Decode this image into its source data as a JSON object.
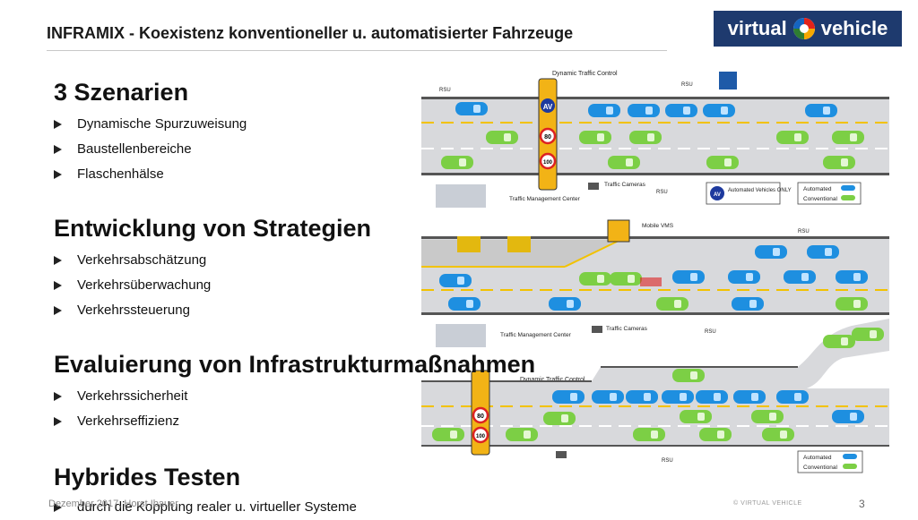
{
  "header": {
    "title": "INFRAMIX - Koexistenz konventioneller u. automatisierter Fahrzeuge",
    "logo_left": "virtual",
    "logo_right": "vehicle"
  },
  "sections": [
    {
      "title": "3 Szenarien",
      "items": [
        "Dynamische Spurzuweisung",
        "Baustellenbereiche",
        "Flaschenhälse"
      ]
    },
    {
      "title": "Entwicklung von Strategien",
      "items": [
        "Verkehrsabschätzung",
        "Verkehrsüberwachung",
        "Verkehrssteuerung"
      ]
    },
    {
      "title": "Evaluierung von Infrastrukturmaßnahmen",
      "items": [
        "Verkehrssicherheit",
        "Verkehrseffizienz"
      ]
    },
    {
      "title": "Hybrides Testen",
      "items": [
        "durch die Kopplung realer u. virtueller Systeme"
      ]
    }
  ],
  "illustration": {
    "dynamic_traffic_control": "Dynamic Traffic Control",
    "rsu": "RSU",
    "av": "AV",
    "speed_80": "80",
    "speed_100": "100",
    "traffic_cameras": "Traffic Cameras",
    "tmc": "Traffic Management Center",
    "av_only": "Automated Vehicles ONLY",
    "legend_automated": "Automated",
    "legend_conventional": "Conventional",
    "mobile_vms": "Mobile VMS",
    "colors": {
      "automated": "#1e8fe0",
      "conventional": "#7ccf45",
      "sign": "#f2b316",
      "road": "#d8d9dc"
    }
  },
  "footer": {
    "date_author": "Dezember 2017, Horst Ibauer",
    "copyright": "© VIRTUAL VEHICLE",
    "page": "3"
  }
}
